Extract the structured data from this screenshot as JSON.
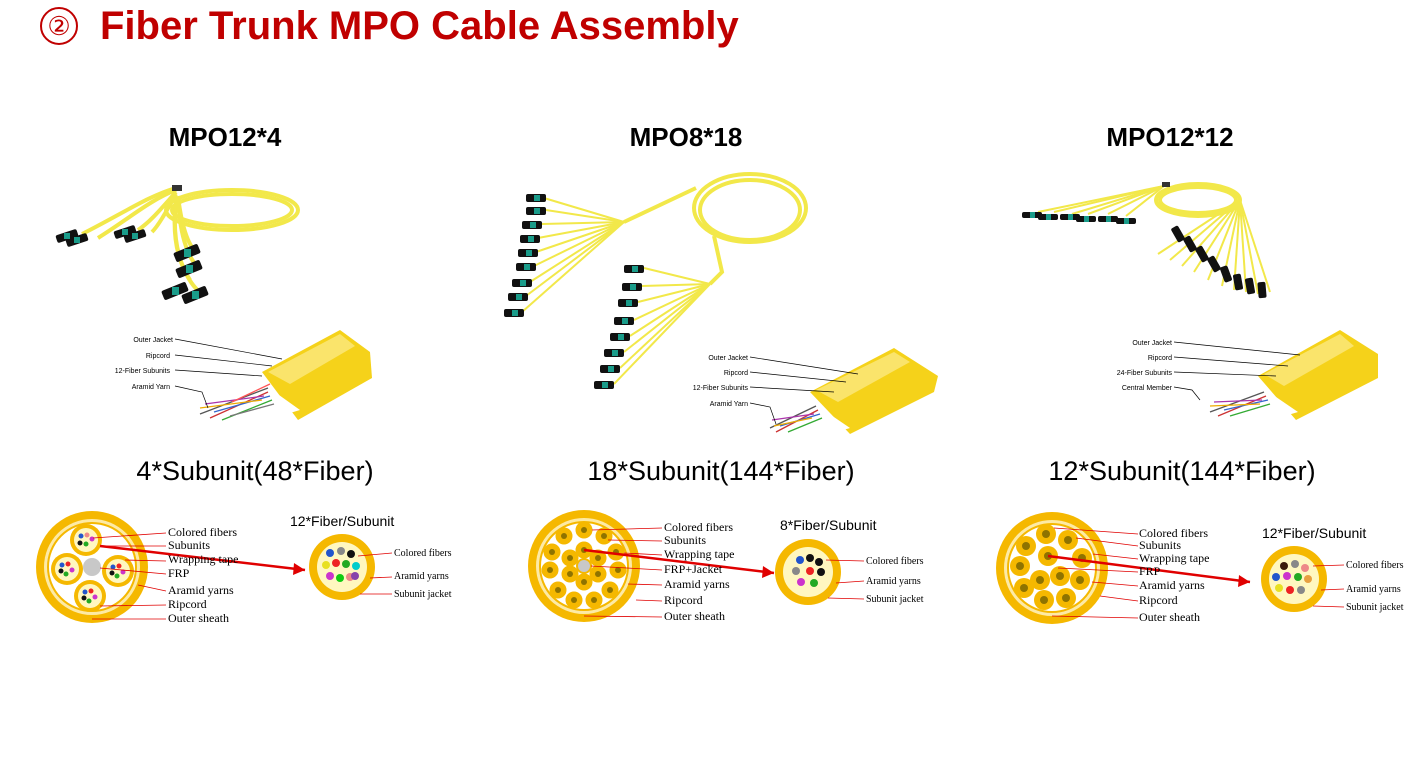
{
  "page": {
    "title_number": "②",
    "title": "Fiber Trunk MPO Cable Assembly",
    "accent_color": "#c00000"
  },
  "columns": [
    {
      "heading": "MPO12*4",
      "cable_labels": [
        "Outer Jacket",
        "Ripcord",
        "12-Fiber Subunits",
        "Aramid Yarn"
      ],
      "subtitle": "4*Subunit(48*Fiber)",
      "cross_labels": [
        "Colored fibers",
        "Subunits",
        "Wrapping tape",
        "FRP",
        "Aramid yarns",
        "Ripcord",
        "Outer sheath"
      ],
      "subunit_title": "12*Fiber/Subunit",
      "subunit_labels": [
        "Colored fibers",
        "Aramid yarns",
        "Subunit jacket"
      ]
    },
    {
      "heading": "MPO8*18",
      "cable_labels": [
        "Outer Jacket",
        "Ripcord",
        "12-Fiber Subunits",
        "Aramid Yarn"
      ],
      "subtitle": "18*Subunit(144*Fiber)",
      "cross_labels": [
        "Colored fibers",
        "Subunits",
        "Wrapping tape",
        "FRP+Jacket",
        "Aramid yarns",
        "Ripcord",
        "Outer sheath"
      ],
      "subunit_title": "8*Fiber/Subunit",
      "subunit_labels": [
        "Colored fibers",
        "Aramid yarns",
        "Subunit jacket"
      ]
    },
    {
      "heading": "MPO12*12",
      "cable_labels": [
        "Outer Jacket",
        "Ripcord",
        "24-Fiber Subunits",
        "Central Member"
      ],
      "subtitle": "12*Subunit(144*Fiber)",
      "cross_labels": [
        "Colored fibers",
        "Subunits",
        "Wrapping tape",
        "FRP",
        "Aramid yarns",
        "Ripcord",
        "Outer sheath"
      ],
      "subunit_title": "12*Fiber/Subunit",
      "subunit_labels": [
        "Colored fibers",
        "Aramid yarns",
        "Subunit jacket"
      ]
    }
  ],
  "colors": {
    "cable_yellow": "#f2e84a",
    "sheath_orange": "#f5b800",
    "connector_teal": "#1a9c8a",
    "pointer_red": "#e00000"
  }
}
